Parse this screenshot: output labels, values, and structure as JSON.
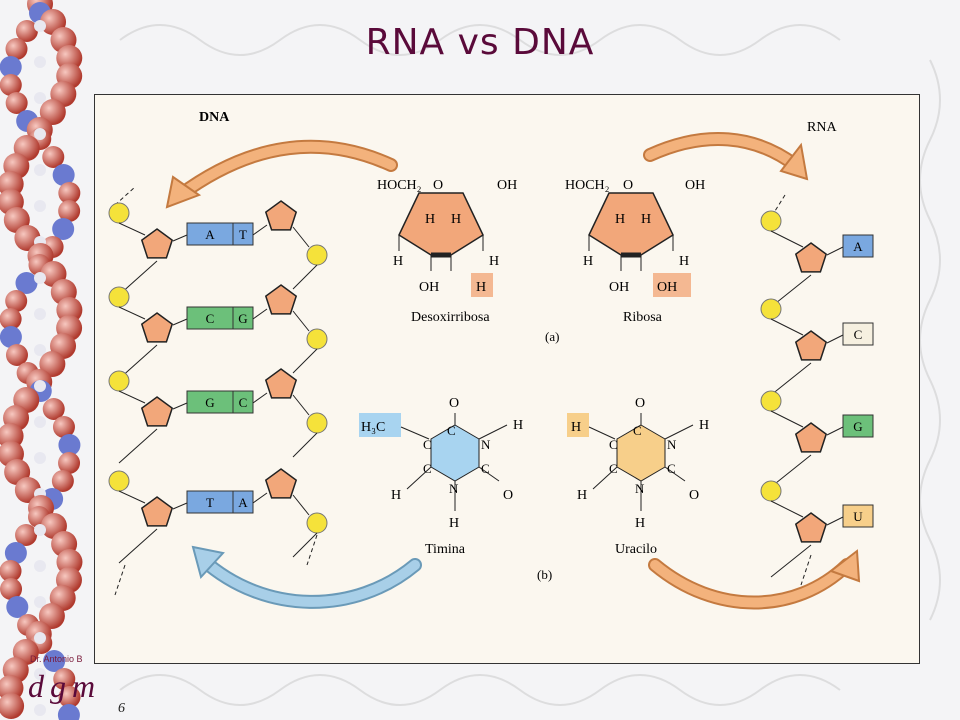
{
  "slide": {
    "title": "RNA vs DNA",
    "author": "Dr. Antonio B",
    "logo": "dgm",
    "page_number": "6"
  },
  "figure": {
    "dna_label": "DNA",
    "rna_label": "RNA",
    "dna_pairs": [
      {
        "left": "A",
        "right": "T"
      },
      {
        "left": "C",
        "right": "G"
      },
      {
        "left": "G",
        "right": "C"
      },
      {
        "left": "T",
        "right": "A"
      }
    ],
    "rna_bases": [
      "A",
      "C",
      "G",
      "U"
    ],
    "sugar_deoxy": {
      "hoch2": "HOCH₂",
      "o": "O",
      "oh_top": "OH",
      "h1": "H",
      "h2": "H",
      "h3": "H",
      "h4": "H",
      "oh_bottom": "OH",
      "h_bottom": "H",
      "caption": "Desoxirribosa"
    },
    "sugar_ribose": {
      "hoch2": "HOCH₂",
      "o": "O",
      "oh_top": "OH",
      "h1": "H",
      "h2": "H",
      "h3": "H",
      "h4": "H",
      "oh_bottom": "OH",
      "oh_bottom2": "OH",
      "caption": "Ribosa"
    },
    "panel_a": "(a)",
    "panel_b": "(b)",
    "thymine": {
      "h3c": "H₃C",
      "c_top": "C",
      "o_top": "O",
      "c_left": "C",
      "n_right": "N",
      "h_right": "H",
      "h_left": "H",
      "c_bottom_left": "C",
      "n_bottom": "N",
      "c_bottom_right": "C",
      "o_right": "O",
      "h_bottom": "H",
      "caption": "Timina"
    },
    "uracil": {
      "h_top_left": "H",
      "c_top": "C",
      "o_top": "O",
      "c_left": "C",
      "n_right": "N",
      "h_right": "H",
      "h_left": "H",
      "c_bottom_left": "C",
      "n_bottom": "N",
      "c_bottom_right": "C",
      "o_right": "O",
      "h_bottom": "H",
      "caption": "Uracilo"
    }
  },
  "colors": {
    "title": "#5a0a3a",
    "sugar": "#f2a77a",
    "phosphate": "#f5e23a",
    "base_blue": "#7aa8e0",
    "base_green": "#6cc07a",
    "thymine_ring": "#a8d4f0",
    "uracil_ring": "#f7cf8a",
    "arrow_orange": "#f3b27c",
    "arrow_blue": "#a8cfe8"
  }
}
